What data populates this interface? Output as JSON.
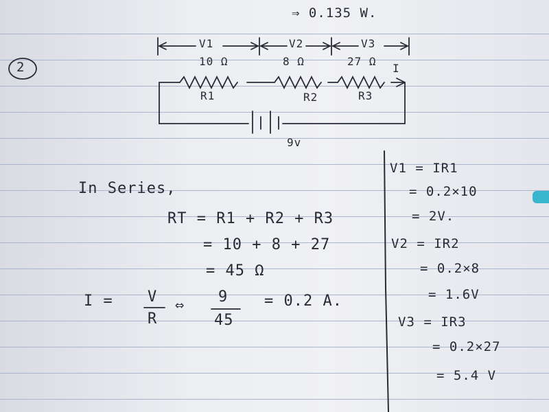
{
  "top_result": "⇒ 0.135 W.",
  "problem_number": "2",
  "circuit": {
    "v1_label": "V1",
    "v2_label": "V2",
    "v3_label": "V3",
    "r1_value": "10 Ω",
    "r2_value": "8 Ω",
    "r3_value": "27 Ω",
    "r1_label": "R1",
    "r2_label": "R2",
    "r3_label": "R3",
    "current_label": "I",
    "battery_label": "9v"
  },
  "left": {
    "series_heading": "In Series,",
    "rt_line": "RT = R1 + R2 + R3",
    "rt_sum": "= 10 + 8 + 27",
    "rt_result": "= 45 Ω",
    "current_lhs": "I =",
    "v_over": "V",
    "r_under": "R",
    "arrow": "⇔",
    "nine_over": "9",
    "fortyfive_under": "45",
    "current_result": "= 0.2 A."
  },
  "right": {
    "v1_eq": "V1 = IR1",
    "v1_sub": "= 0.2×10",
    "v1_res": "= 2V.",
    "v2_eq": "V2 = IR2",
    "v2_sub": "= 0.2×8",
    "v2_res": "= 1.6V",
    "v3_eq": "V3 = IR3",
    "v3_sub": "= 0.2×27",
    "v3_res": "= 5.4 V"
  }
}
